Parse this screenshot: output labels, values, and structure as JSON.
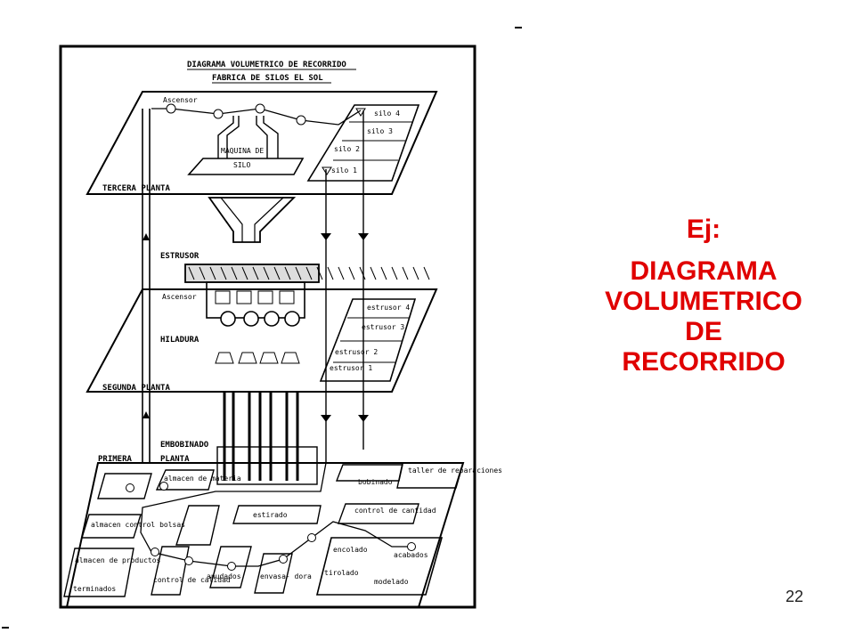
{
  "slide": {
    "example_label": "Ej:",
    "title_lines": [
      "DIAGRAMA",
      "VOLUMETRICO",
      "DE",
      "RECORRIDO"
    ],
    "page_number": "22",
    "title_color": "#e00000"
  },
  "diagram": {
    "heading_line1": "DIAGRAMA VOLUMETRICO DE RECORRIDO",
    "heading_line2": "FABRICA DE SILOS EL SOL",
    "floors": {
      "third": "TERCERA PLANTA",
      "second": "SEGUNDA PLANTA",
      "first_a": "PRIMERA",
      "first_b": "PLANTA"
    },
    "labels": {
      "ascensor_top": "Ascensor",
      "ascensor_mid": "Ascensor",
      "maquina": "MAQUINA DE",
      "silo_word": "SILO",
      "silo4": "silo 4",
      "silo3": "silo 3",
      "silo2": "silo 2",
      "silo1": "silo 1",
      "estrusor": "ESTRUSOR",
      "hiladura": "HILADURA",
      "embobinado": "EMBOBINADO",
      "estrusor4": "estrusor 4",
      "estrusor3": "estrusor 3",
      "estrusor2": "estrusor 2",
      "estrusor1": "estrusor 1",
      "taller": "taller de reparaciones",
      "bobinado": "bobinado",
      "almacen_materia": "almacen de materia",
      "almacen_bolsas": "almacen control bolsas",
      "estirado": "estirado",
      "control_cantidad": "control de cantidad",
      "almacen_productos": "almacen de productos",
      "terminados": "terminados",
      "control_calidad": "control de calidad",
      "anudados": "anudados",
      "envasado": "envasa- dora",
      "encolado": "encolado",
      "tirolado": "tirolado",
      "modelado": "modelado",
      "acabado": "acabados"
    }
  }
}
